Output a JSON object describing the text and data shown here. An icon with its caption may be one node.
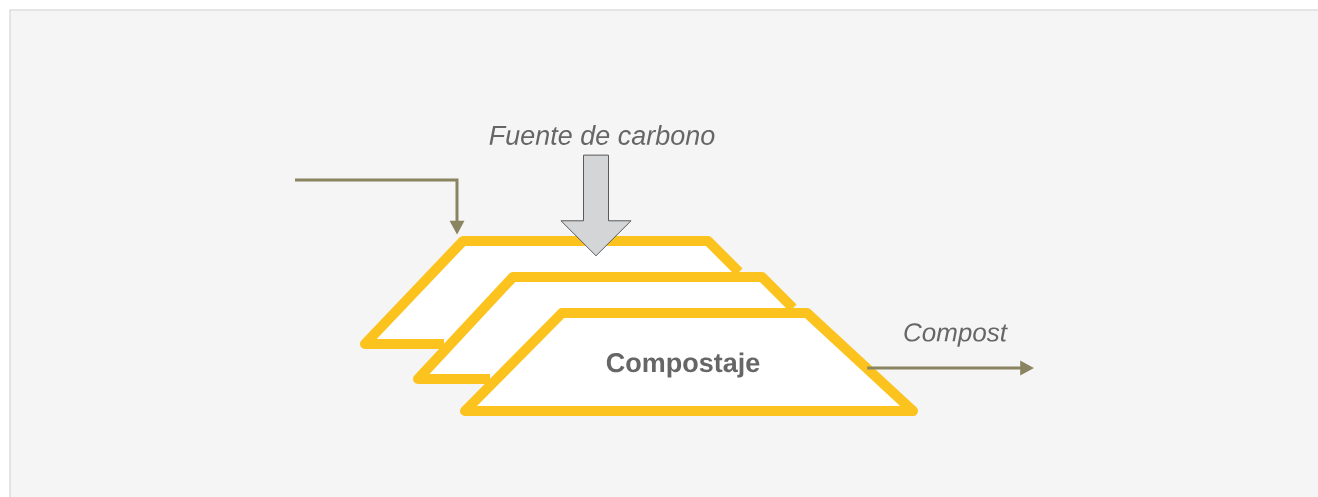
{
  "diagram": {
    "nodes": [
      {
        "text": [],
        "shape": "trapezoid"
      },
      {
        "text": [],
        "shape": "trapezoid"
      },
      {
        "text": [
          "Compostaje"
        ]
      },
      {
        "text": [
          "Fuente de carbono"
        ]
      }
    ],
    "edges": [
      {
        "from": null,
        "to": 0,
        "arrow": "to"
      },
      {
        "from": 3,
        "to": 0,
        "arrow": "to",
        "style": "thick",
        "color": "#d4d5d7"
      },
      {
        "from": 2,
        "to": null,
        "arrow": "to",
        "label": "Compost"
      }
    ]
  }
}
